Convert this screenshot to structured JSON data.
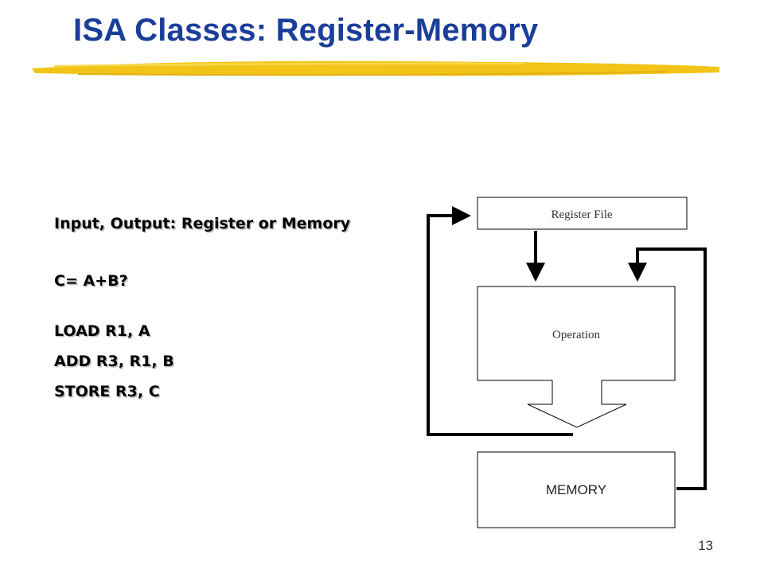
{
  "slide": {
    "title": "ISA Classes: Register-Memory",
    "page_number": "13"
  },
  "content": {
    "lines": [
      "Input, Output: Register or Memory",
      "C= A+B?",
      "LOAD R1, A",
      "ADD R3, R1, B",
      "STORE R3, C"
    ]
  },
  "diagram": {
    "register_file_label": "Register File",
    "operation_label": "Operation",
    "memory_label": "MEMORY"
  },
  "colors": {
    "title": "#1a3e9a",
    "underline": "#f2c418",
    "arrows": "#000000"
  }
}
